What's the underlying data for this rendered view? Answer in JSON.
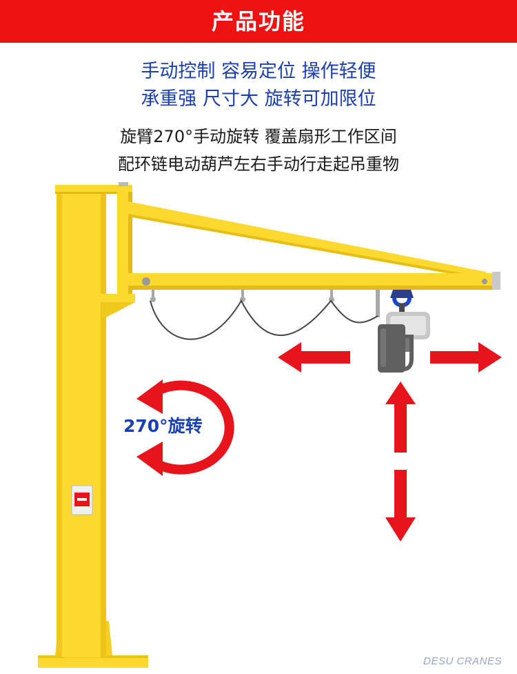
{
  "header": {
    "title": "产品功能"
  },
  "features": {
    "line1": "手动控制 容易定位 操作轻便",
    "line2": "承重强 尺寸大 旋转可加限位"
  },
  "description": {
    "line1": "旋臂270°手动旋转 覆盖扇形工作区间",
    "line2": "配环链电动葫芦左右手动行走起吊重物"
  },
  "rotation": {
    "label": "270°旋转",
    "degrees": 270
  },
  "brand": {
    "name": "DESU CRANES"
  },
  "colors": {
    "banner": "#ee1212",
    "feature_text": "#1a3fb5",
    "crane_yellow": "#fbd92e",
    "crane_shadow": "#e9c21a",
    "arrow_red": "#e8141c",
    "hoist_gray": "#5f5f5f"
  }
}
